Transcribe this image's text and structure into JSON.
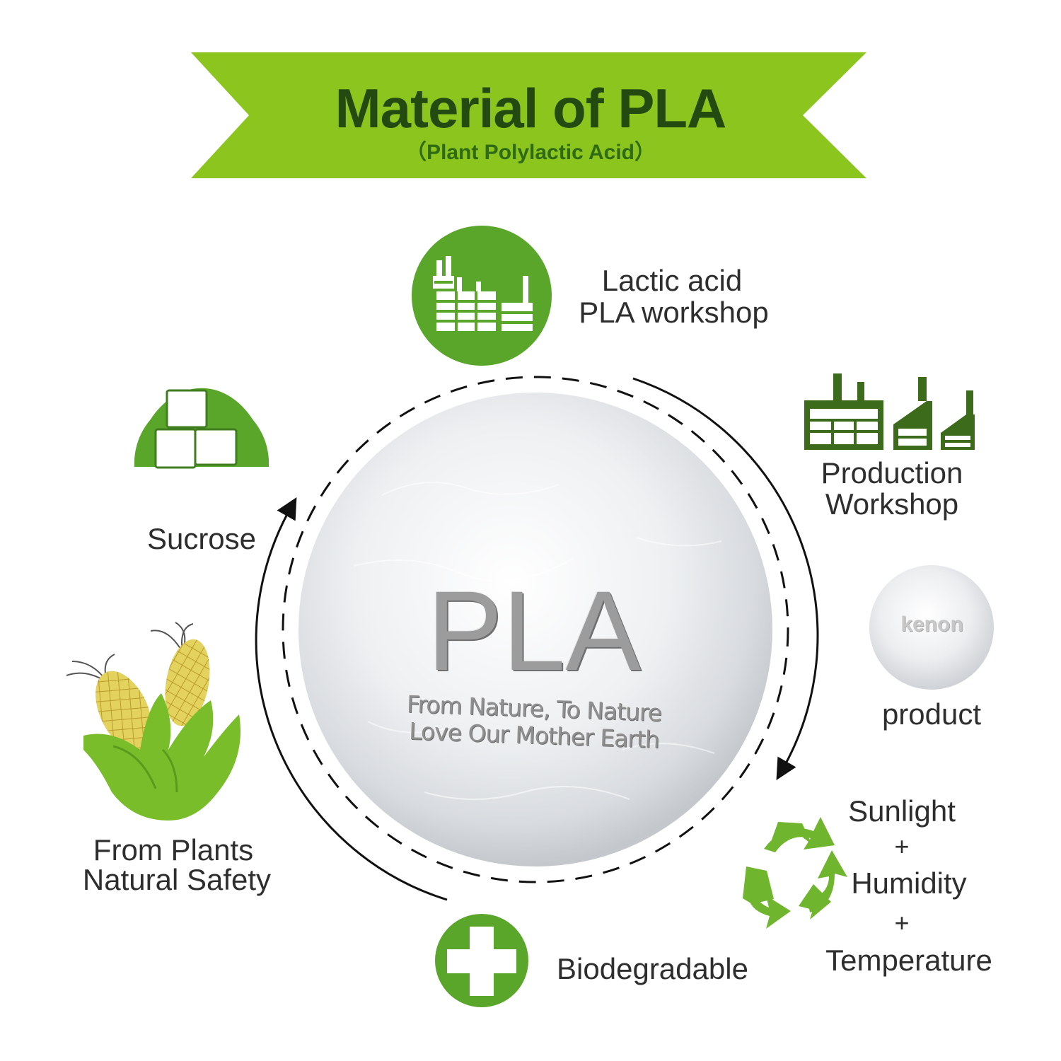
{
  "title": {
    "main": "Material of PLA",
    "sub": "（Plant Polylactic Acid）"
  },
  "center": {
    "big": "PLA",
    "slogan_line1": "From Nature, To Nature",
    "slogan_line2": "Love Our Mother Earth"
  },
  "nodes": {
    "lactic_line1": "Lactic acid",
    "lactic_line2": "PLA workshop",
    "production_line1": "Production",
    "production_line2": "Workshop",
    "product_brand": "kenon",
    "product": "product",
    "conditions": [
      "Sunlight",
      "+",
      "Humidity",
      "+",
      "Temperature"
    ],
    "biodegradable": "Biodegradable",
    "plants_line1": "From Plants",
    "plants_line2": "Natural Safety",
    "sucrose": "Sucrose"
  },
  "colors": {
    "banner_green": "#8bc51d",
    "title_dark_green": "#244a12",
    "icon_green": "#5aa62b",
    "factory_dark_green": "#3d6b1c",
    "corn_green": "#79be2a",
    "corn_yellow": "#e2cf55",
    "text_gray": "#2e2e2e"
  },
  "icons": [
    "factory-circle-icon",
    "factory-group-icon",
    "sugar-cubes-icon",
    "corn-icon",
    "recycle-icon",
    "plus-circle-icon",
    "pla-ball-icon",
    "product-ball-icon"
  ]
}
